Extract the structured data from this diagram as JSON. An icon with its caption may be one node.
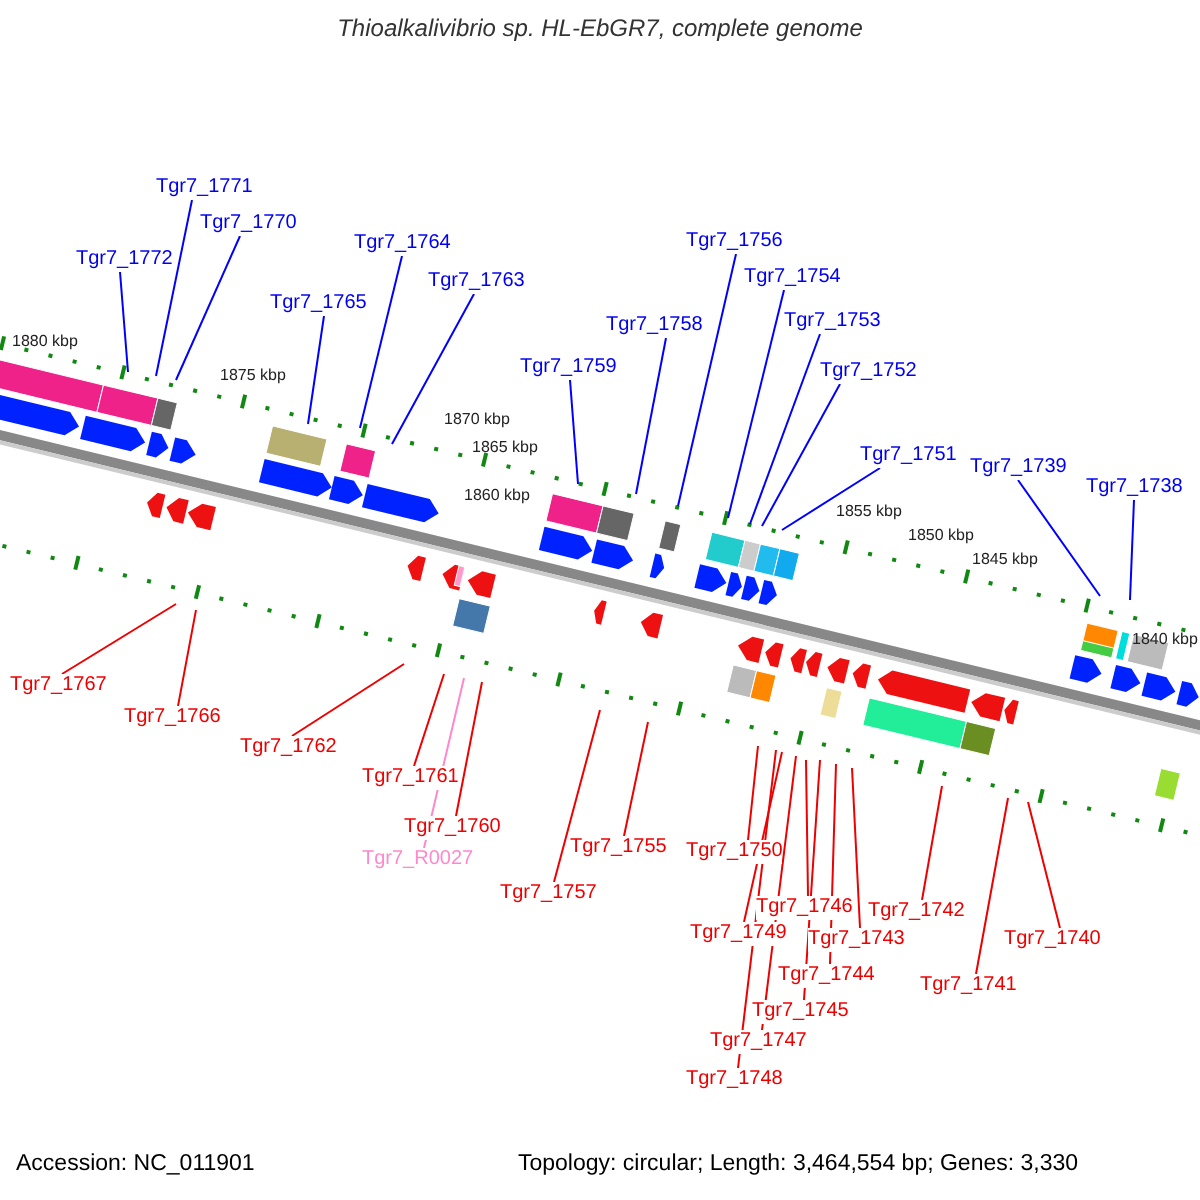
{
  "diagram": {
    "title": "Thioalkalivibrio sp. HL-EbGR7, complete genome",
    "nodes": [
      {
        "text": [
          "Tgr7_1771"
        ]
      },
      {
        "text": [
          "Tgr7_1770"
        ]
      },
      {
        "text": [
          "Tgr7_1772"
        ]
      },
      {
        "text": [
          "Tgr7_1764"
        ]
      },
      {
        "text": [
          "Tgr7_1756"
        ]
      },
      {
        "text": [
          "Tgr7_1754"
        ]
      },
      {
        "text": [
          "Tgr7_1763"
        ]
      },
      {
        "text": [
          "Tgr7_1765"
        ]
      },
      {
        "text": [
          "Tgr7_1753"
        ]
      },
      {
        "text": [
          "Tgr7_1758"
        ]
      },
      {
        "text": [
          "Tgr7_1752"
        ]
      },
      {
        "text": [
          "Tgr7_1759"
        ]
      },
      {
        "text": [
          "Tgr7_1751"
        ]
      },
      {
        "text": [
          "Tgr7_1739"
        ]
      },
      {
        "text": [
          "Tgr7_1738"
        ]
      },
      {
        "text": [
          "Tgr7_1767"
        ]
      },
      {
        "text": [
          "Tgr7_1766"
        ]
      },
      {
        "text": [
          "Tgr7_1762"
        ]
      },
      {
        "text": [
          "Tgr7_1761"
        ]
      },
      {
        "text": [
          "Tgr7_1760"
        ]
      },
      {
        "text": [
          "Tgr7_R0027"
        ]
      },
      {
        "text": [
          "Tgr7_1755"
        ]
      },
      {
        "text": [
          "Tgr7_1750"
        ]
      },
      {
        "text": [
          "Tgr7_1757"
        ]
      },
      {
        "text": [
          "Tgr7_1746"
        ]
      },
      {
        "text": [
          "Tgr7_1742"
        ]
      },
      {
        "text": [
          "Tgr7_1749"
        ]
      },
      {
        "text": [
          "Tgr7_1743"
        ]
      },
      {
        "text": [
          "Tgr7_1740"
        ]
      },
      {
        "text": [
          "Tgr7_1744"
        ]
      },
      {
        "text": [
          "Tgr7_1741"
        ]
      },
      {
        "text": [
          "Tgr7_1745"
        ]
      },
      {
        "text": [
          "Tgr7_1747"
        ]
      },
      {
        "text": [
          "Tgr7_1748"
        ]
      }
    ],
    "edges": [
      {
        "from": 0,
        "to": null,
        "arrow": "none",
        "color": "#0000ff"
      },
      {
        "from": 1,
        "to": null,
        "arrow": "none",
        "color": "#0000ff"
      },
      {
        "from": 2,
        "to": null,
        "arrow": "none",
        "color": "#0000ff"
      },
      {
        "from": 3,
        "to": null,
        "arrow": "none",
        "color": "#0000ff"
      },
      {
        "from": 4,
        "to": null,
        "arrow": "none",
        "color": "#0000ff"
      },
      {
        "from": 5,
        "to": null,
        "arrow": "none",
        "color": "#0000ff"
      },
      {
        "from": 6,
        "to": null,
        "arrow": "none",
        "color": "#0000ff"
      },
      {
        "from": 7,
        "to": null,
        "arrow": "none",
        "color": "#0000ff"
      },
      {
        "from": 8,
        "to": null,
        "arrow": "none",
        "color": "#0000ff"
      },
      {
        "from": 9,
        "to": null,
        "arrow": "none",
        "color": "#0000ff"
      },
      {
        "from": 10,
        "to": null,
        "arrow": "none",
        "color": "#0000ff"
      },
      {
        "from": 11,
        "to": null,
        "arrow": "none",
        "color": "#0000ff"
      },
      {
        "from": 12,
        "to": null,
        "arrow": "none",
        "color": "#0000ff"
      },
      {
        "from": 13,
        "to": null,
        "arrow": "none",
        "color": "#0000ff"
      },
      {
        "from": 14,
        "to": null,
        "arrow": "none",
        "color": "#0000ff"
      },
      {
        "from": 15,
        "to": null,
        "arrow": "none"
      },
      {
        "from": 16,
        "to": null,
        "arrow": "none"
      },
      {
        "from": 17,
        "to": null,
        "arrow": "none"
      },
      {
        "from": 18,
        "to": null,
        "arrow": "none"
      },
      {
        "from": 19,
        "to": null,
        "arrow": "none"
      },
      {
        "from": 20,
        "to": null,
        "arrow": "none",
        "color": "#ff88cc"
      },
      {
        "from": 21,
        "to": null,
        "arrow": "none"
      },
      {
        "from": 22,
        "to": null,
        "arrow": "none"
      },
      {
        "from": 23,
        "to": null,
        "arrow": "none"
      },
      {
        "from": 24,
        "to": null,
        "arrow": "none"
      },
      {
        "from": 25,
        "to": null,
        "arrow": "none"
      },
      {
        "from": 26,
        "to": null,
        "arrow": "none"
      },
      {
        "from": 27,
        "to": null,
        "arrow": "none"
      },
      {
        "from": 28,
        "to": null,
        "arrow": "none"
      },
      {
        "from": 29,
        "to": null,
        "arrow": "none"
      },
      {
        "from": 30,
        "to": null,
        "arrow": "none"
      },
      {
        "from": 31,
        "to": null,
        "arrow": "none"
      },
      {
        "from": 32,
        "to": null,
        "arrow": "none"
      },
      {
        "from": 33,
        "to": null,
        "arrow": "none"
      }
    ],
    "labels": [
      "1880 kbp",
      "1875 kbp",
      "1870 kbp",
      "1865 kbp",
      "1860 kbp",
      "1855 kbp",
      "1850 kbp",
      "1845 kbp",
      "1840 kbp",
      "Accession: NC_011901",
      "Topology: circular; Length: 3,464,554 bp; Genes: 3,330"
    ]
  }
}
